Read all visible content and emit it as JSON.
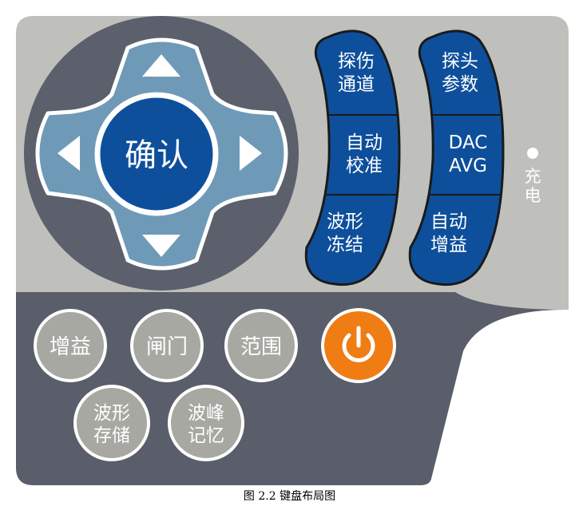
{
  "colors": {
    "panel_light": "#bfbfbc",
    "panel_dark": "#5a5d6a",
    "dpad_bg": "#5c5f6c",
    "dpad_cross": "#6f9ab7",
    "blue": "#0e4f9c",
    "gray_button": "#a8a8a2",
    "power": "#f07d13",
    "white": "#ffffff"
  },
  "dpad": {
    "center_label": "确认",
    "up_icon": "triangle-up-icon",
    "down_icon": "triangle-down-icon",
    "left_icon": "triangle-left-icon",
    "right_icon": "triangle-right-icon"
  },
  "left_column": {
    "top": [
      "探伤",
      "通道"
    ],
    "middle": [
      "自动",
      "校准"
    ],
    "bottom": [
      "波形",
      "冻结"
    ]
  },
  "right_column": {
    "top": [
      "探头",
      "参数"
    ],
    "middle": [
      "DAC",
      "AVG"
    ],
    "bottom": [
      "自动",
      "增益"
    ]
  },
  "charge": {
    "indicator_icon": "charge-led-icon",
    "label": [
      "充",
      "电"
    ]
  },
  "bottom_buttons": {
    "gain": "增益",
    "gate": "闸门",
    "range": "范围",
    "power_icon": "power-icon",
    "waveform_store": [
      "波形",
      "存储"
    ],
    "peak_memory": [
      "波峰",
      "记忆"
    ]
  },
  "caption": "图 2.2 键盘布局图"
}
